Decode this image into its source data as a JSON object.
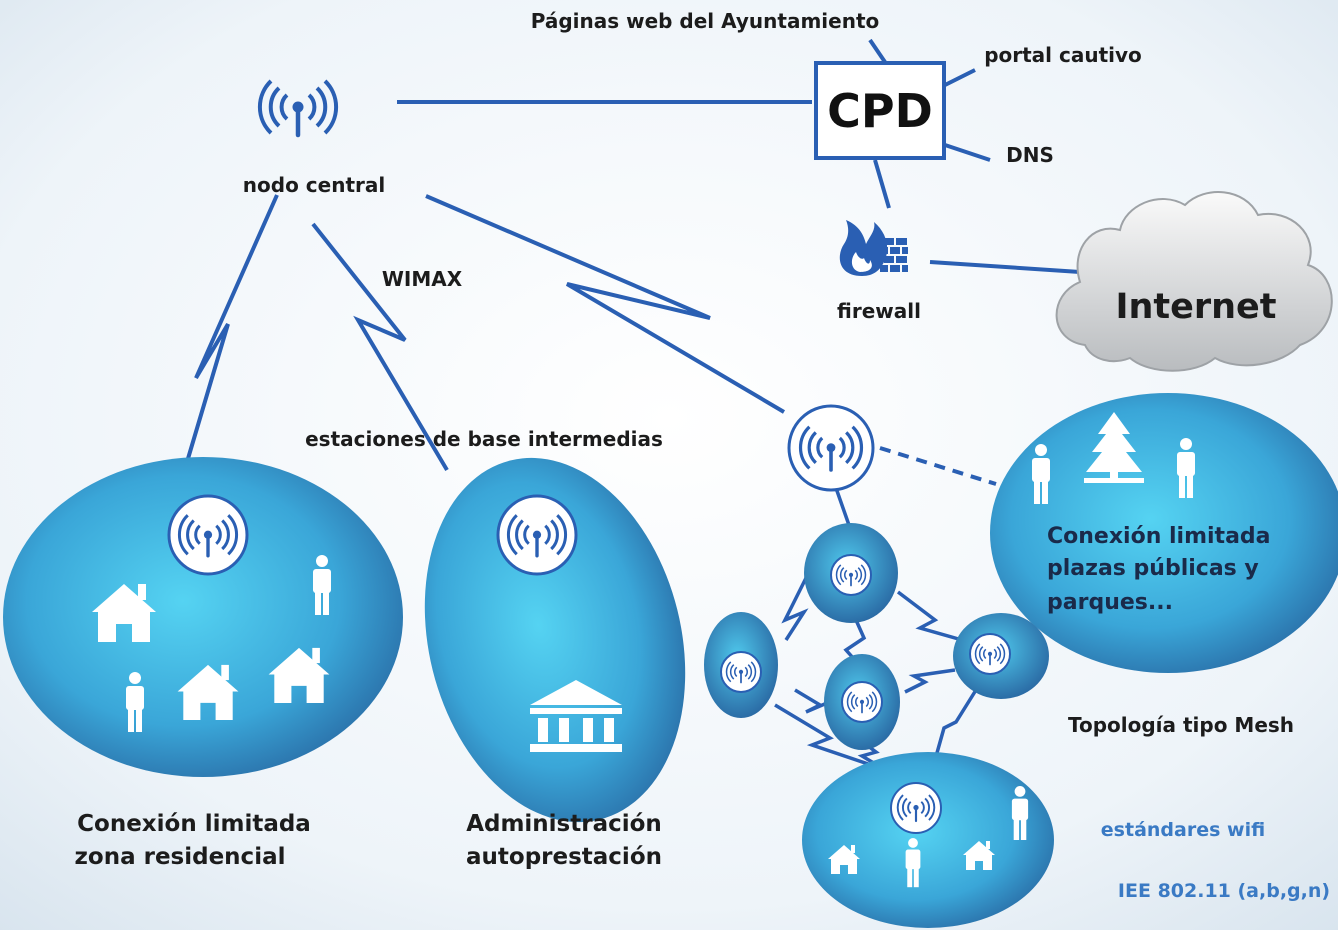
{
  "header_label": "Páginas web del Ayuntamiento",
  "cpd": {
    "label": "CPD",
    "links": {
      "portal": "portal cautivo",
      "dns": "DNS"
    }
  },
  "central_node": {
    "label": "nodo central",
    "icon": "antenna-icon"
  },
  "firewall": {
    "label": "firewall",
    "icon": "firewall-icon"
  },
  "internet": {
    "label": "Internet",
    "icon": "cloud-icon"
  },
  "wimax_label": "WIMAX",
  "intermediate_label": "estaciones de base intermedias",
  "zones": {
    "residential": {
      "line1": "Conexión limitada",
      "line2": "zona residencial"
    },
    "admin": {
      "line1": "Administración",
      "line2": "autoprestación"
    },
    "public": {
      "line1": "Conexión limitada",
      "line2": "plazas públicas y",
      "line3": "parques..."
    }
  },
  "mesh_label": "Topología tipo Mesh",
  "wifi": {
    "title": "estándares wifi",
    "standard": "IEE 802.11 (a,b,g,n)"
  },
  "colors": {
    "link": "#2a5fb3",
    "bubble": "#4fc8ea",
    "bubble_edge": "#2a6fa8",
    "text_blue": "#3a7ac4"
  }
}
